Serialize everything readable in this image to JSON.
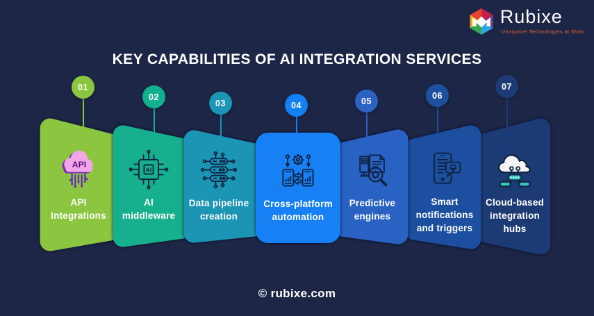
{
  "background": "#1D2646",
  "title": "KEY CAPABILITIES OF AI INTEGRATION SERVICES",
  "logo": {
    "brand": "Rubixe",
    "tagline": "Disruptive Technologies at Work"
  },
  "footer": {
    "text": "© rubixe.com"
  },
  "cards": [
    {
      "number": "01",
      "label": "API\nIntegrations",
      "color": "#8CC63F",
      "icon": "api-cloud-icon"
    },
    {
      "number": "02",
      "label": "AI\nmiddleware",
      "color": "#13B08F",
      "icon": "ai-chip-icon"
    },
    {
      "number": "03",
      "label": "Data pipeline\ncreation",
      "color": "#1D95B5",
      "icon": "data-pipeline-icon"
    },
    {
      "number": "04",
      "label": "Cross-platform\nautomation",
      "color": "#1380F4",
      "icon": "automation-gear-icon"
    },
    {
      "number": "05",
      "label": "Predictive\nengines",
      "color": "#2B62C4",
      "icon": "predictive-engine-icon"
    },
    {
      "number": "06",
      "label": "Smart\nnotifications\nand triggers",
      "color": "#1D509F",
      "icon": "smart-notifications-icon"
    },
    {
      "number": "07",
      "label": "Cloud-based\nintegration\nhubs",
      "color": "#1D3A75",
      "icon": "cloud-hub-icon"
    }
  ]
}
